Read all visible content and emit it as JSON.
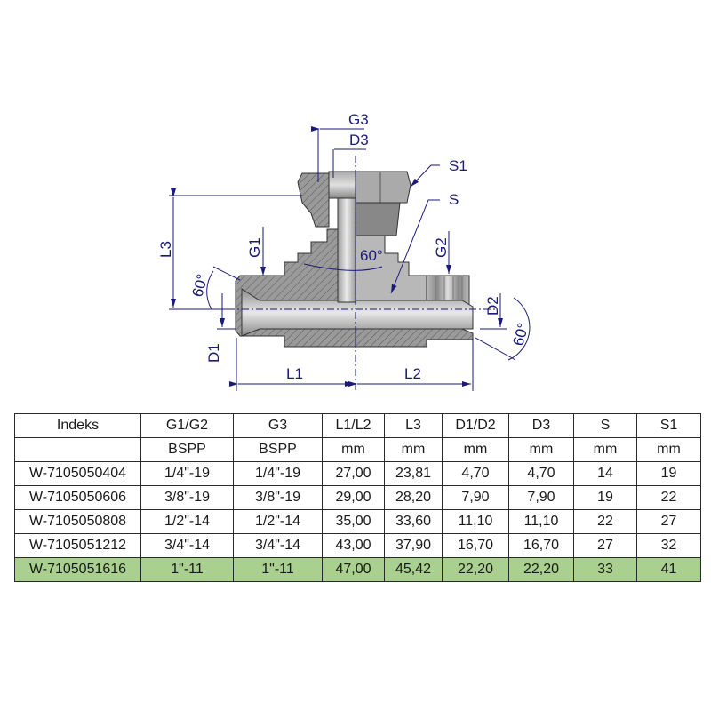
{
  "drawing": {
    "labels": {
      "g3": "G3",
      "d3": "D3",
      "s1": "S1",
      "s": "S",
      "l3": "L3",
      "g1": "G1",
      "g2": "G2",
      "angle_center": "60°",
      "angle_left": "60°",
      "angle_right": "60°",
      "d1": "D1",
      "d2": "D2",
      "l1": "L1",
      "l2": "L2"
    },
    "colors": {
      "dimension_line": "#1a1a7a",
      "body_fill": "#b4b4b4",
      "hatch": "#555555",
      "highlight_row": "#a9d08e"
    }
  },
  "table": {
    "headers": [
      "Indeks",
      "G1/G2",
      "G3",
      "L1/L2",
      "L3",
      "D1/D2",
      "D3",
      "S",
      "S1"
    ],
    "units": [
      "",
      "BSPP",
      "BSPP",
      "mm",
      "mm",
      "mm",
      "mm",
      "mm",
      "mm"
    ],
    "rows": [
      [
        "W-7105050404",
        "1/4\"-19",
        "1/4\"-19",
        "27,00",
        "23,81",
        "4,70",
        "4,70",
        "14",
        "19"
      ],
      [
        "W-7105050606",
        "3/8\"-19",
        "3/8\"-19",
        "29,00",
        "28,20",
        "7,90",
        "7,90",
        "19",
        "22"
      ],
      [
        "W-7105050808",
        "1/2\"-14",
        "1/2\"-14",
        "35,00",
        "33,60",
        "11,10",
        "11,10",
        "22",
        "27"
      ],
      [
        "W-7105051212",
        "3/4\"-14",
        "3/4\"-14",
        "43,00",
        "37,90",
        "16,70",
        "16,70",
        "27",
        "32"
      ],
      [
        "W-7105051616",
        "1\"-11",
        "1\"-11",
        "47,00",
        "45,42",
        "22,20",
        "22,20",
        "33",
        "41"
      ]
    ],
    "highlighted_row_index": 4
  }
}
